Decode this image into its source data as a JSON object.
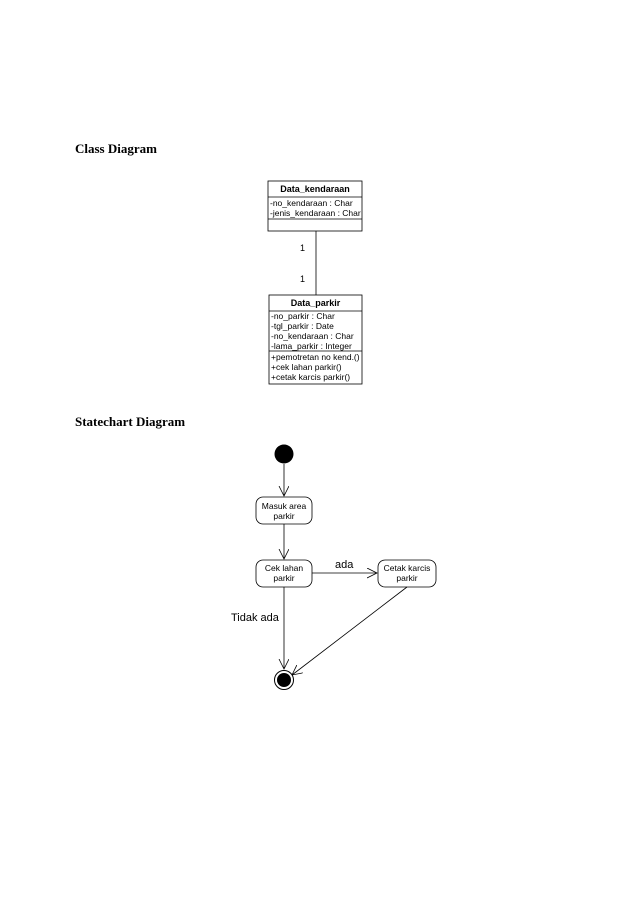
{
  "class_section": {
    "heading": "Class Diagram",
    "classes": [
      {
        "name": "Data_kendaraan",
        "attributes": [
          "-no_kendaraan : Char",
          "-jenis_kendaraan : Char"
        ],
        "operations": []
      },
      {
        "name": "Data_parkir",
        "attributes": [
          "-no_parkir : Char",
          "-tgl_parkir : Date",
          "-no_kendaraan : Char",
          "-lama_parkir : Integer"
        ],
        "operations": [
          "+pemotretan no kend.()",
          "+cek lahan parkir()",
          "+cetak karcis parkir()"
        ]
      }
    ],
    "association": {
      "multiplicity_top": "1",
      "multiplicity_bottom": "1"
    }
  },
  "state_section": {
    "heading": "Statechart Diagram",
    "states": [
      {
        "line1": "Masuk area",
        "line2": "parkir"
      },
      {
        "line1": "Cek lahan",
        "line2": "parkir"
      },
      {
        "line1": "Cetak karcis",
        "line2": "parkir"
      }
    ],
    "transitions": {
      "ada": "ada",
      "tidak_ada": "Tidak ada"
    }
  }
}
